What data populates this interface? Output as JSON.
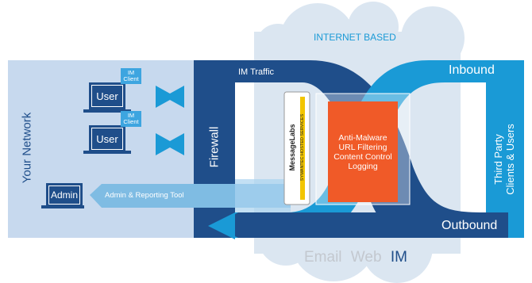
{
  "labels": {
    "internet_based": "INTERNET BASED",
    "your_network": "Your Network",
    "firewall": "Firewall",
    "im_traffic": "IM Traffic",
    "inbound": "Inbound",
    "outbound": "Outbound",
    "third_party_line1": "Third Party",
    "third_party_line2": "Clients & Users",
    "admin_tool": "Admin & Reporting Tool",
    "messagelabs": "MessageLabs",
    "symantec": "SYMANTEC HOSTED SERVICES"
  },
  "users": [
    {
      "label": "User",
      "im_line1": "IM",
      "im_line2": "Client"
    },
    {
      "label": "User",
      "im_line1": "IM",
      "im_line2": "Client"
    }
  ],
  "admin": {
    "label": "Admin"
  },
  "engine": {
    "lines": [
      "Anti-Malware",
      "URL Filtering",
      "Content Control",
      "Logging"
    ]
  },
  "services": {
    "email": "Email",
    "web": "Web",
    "im": "IM"
  },
  "colors": {
    "dark_blue": "#1f4e8a",
    "light_blue": "#1a9ad6",
    "network_bg": "#c7d9ee",
    "cloud": "#dbe6f1",
    "orange": "#f05a28",
    "gray_text": "#c3c8cf"
  }
}
